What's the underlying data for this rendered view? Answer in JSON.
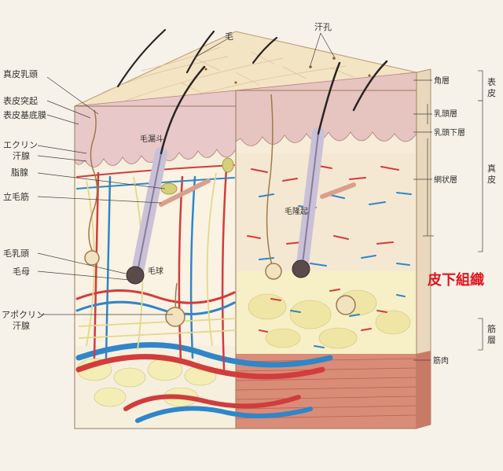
{
  "colors": {
    "background": "#f6f2ea",
    "label_text": "#333333",
    "highlight": "#e0141e",
    "artery": "#d23c3c",
    "vein": "#2f86c8",
    "nerve": "#e2d98a"
  },
  "labels": {
    "hair": "毛",
    "sweat_pore": "汗孔",
    "dermal_papilla": "真皮乳頭",
    "epidermal_ridge": "表皮突起",
    "basement_membrane": "表皮基底膜",
    "eccrine_1": "エクリン",
    "eccrine_2": "汗腺",
    "sebaceous_gland": "脂腺",
    "arrector_pili": "立毛筋",
    "hair_papilla": "毛乳頭",
    "hair_matrix": "毛母",
    "apocrine_1": "アポクリン",
    "apocrine_2": "汗腺",
    "hair_funnel": "毛漏斗",
    "hair_bulge": "毛隆起",
    "hair_bulb": "毛球",
    "stratum_corneum": "角層",
    "papillary_layer": "乳頭層",
    "subpapillary_layer": "乳頭下層",
    "reticular_layer": "網状層",
    "epidermis_1": "表",
    "epidermis_2": "皮",
    "dermis_1": "真",
    "dermis_2": "皮",
    "subcutaneous_tissue": "皮下組織",
    "muscle_layer_1": "筋",
    "muscle_layer_2": "層",
    "muscle": "筋肉"
  }
}
